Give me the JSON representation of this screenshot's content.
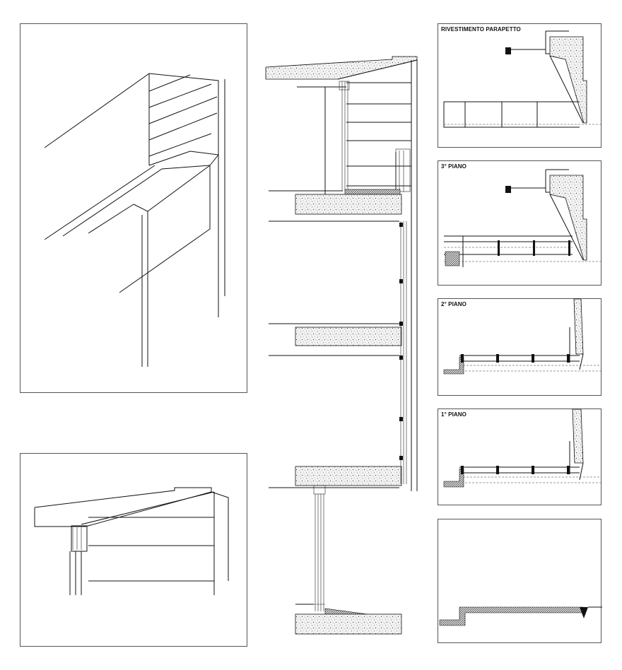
{
  "panels": {
    "parapet": {
      "label": "RIVESTIMENTO PARAPETTO"
    },
    "floor3": {
      "label": "3° PIANO"
    },
    "floor2": {
      "label": "2° PIANO"
    },
    "floor1": {
      "label": "1° PIANO"
    }
  }
}
